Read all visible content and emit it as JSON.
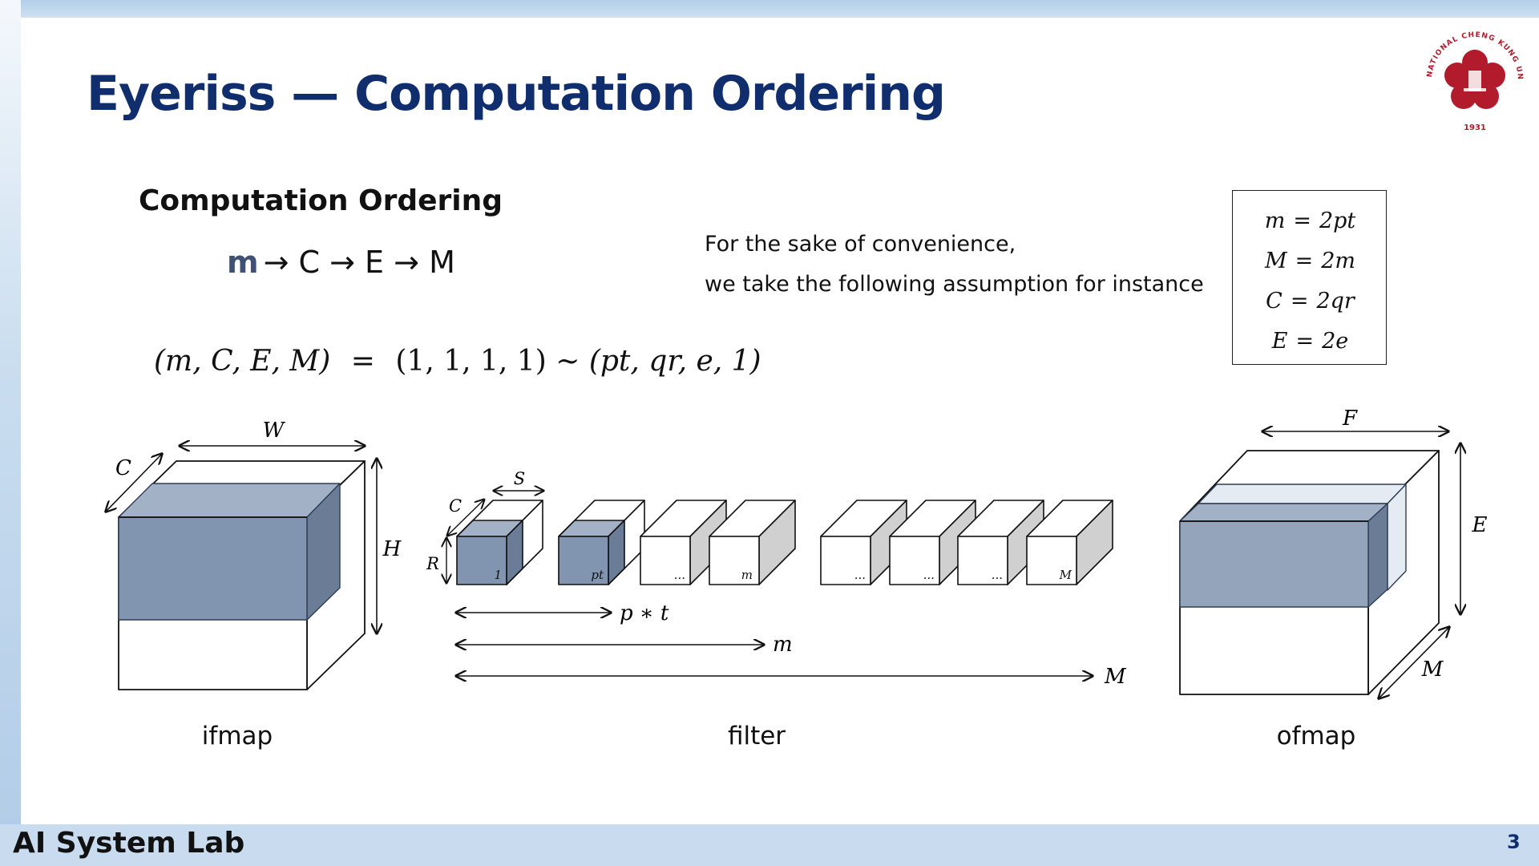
{
  "slide": {
    "title": "Eyeriss — Computation Ordering",
    "section_heading": "Computation Ordering",
    "ordering": {
      "first": "m",
      "rest": "→ C → E → M"
    },
    "tuple": {
      "lhs": "(m, C, E, M)",
      "eq": "=",
      "rhs1": "(1, 1, 1, 1)",
      "tilde": "~",
      "rhs2": "(pt, qr, e, 1)"
    },
    "note_line1": "For the sake of convenience,",
    "note_line2": "we take the following assumption for instance",
    "assumptions": [
      {
        "lhs": "m",
        "rhs": "2pt"
      },
      {
        "lhs": "M",
        "rhs": "2m"
      },
      {
        "lhs": "C",
        "rhs": "2qr"
      },
      {
        "lhs": "E",
        "rhs": "2e"
      }
    ],
    "logo": {
      "text_top": "NATIONAL CHENG KUNG UNIVERSITY",
      "year": "1931"
    },
    "footer": {
      "lab": "AI System Lab",
      "page": "3"
    }
  },
  "diagram": {
    "ifmap": {
      "caption": "ifmap",
      "dims": {
        "c": "C",
        "w": "W",
        "h": "H"
      }
    },
    "filter": {
      "caption": "filter",
      "dims": {
        "c": "C",
        "s": "S",
        "r": "R"
      },
      "labels": [
        "1",
        "pt",
        "...",
        "m",
        "...",
        "...",
        "...",
        "M"
      ],
      "spans": {
        "pt": "p ∗ t",
        "m": "m",
        "M": "M"
      }
    },
    "ofmap": {
      "caption": "ofmap",
      "dims": {
        "f": "F",
        "e": "E",
        "m": "M"
      }
    }
  },
  "colors": {
    "title": "#102d6e",
    "shade_dark": "#8195b0",
    "shade_top": "#a3b1c6",
    "shade_side": "#6b7d96",
    "logo_red": "#b11b2b"
  }
}
